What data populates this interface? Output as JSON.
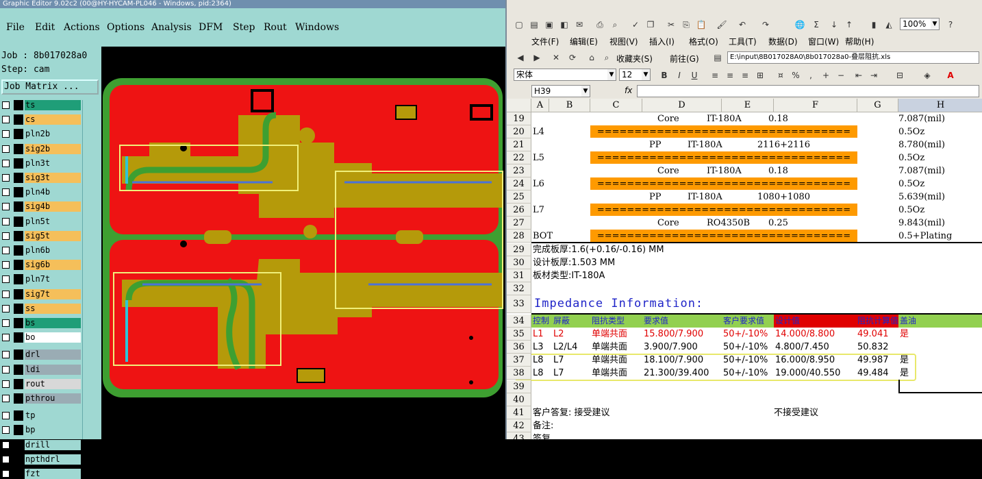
{
  "ge": {
    "title": "Graphic Editor 9.02c2 (00@HY-HYCAM-PL046 - Windows, pid:2364)",
    "menu": [
      "File",
      "Edit",
      "Actions",
      "Options",
      "Analysis",
      "DFM",
      "Step",
      "Rout",
      "Windows"
    ],
    "job_line": "Job : 8b017028a0",
    "step_line": "Step: cam",
    "job_matrix": "Job Matrix ...",
    "layers": [
      {
        "name": "ts",
        "color": "#1f9e78"
      },
      {
        "name": "cs",
        "color": "#f5bf5a"
      },
      {
        "name": "pln2b",
        "color": "#9fd8d2"
      },
      {
        "name": "sig2b",
        "color": "#f5bf5a"
      },
      {
        "name": "pln3t",
        "color": "#9fd8d2"
      },
      {
        "name": "sig3t",
        "color": "#f5bf5a"
      },
      {
        "name": "pln4b",
        "color": "#9fd8d2"
      },
      {
        "name": "sig4b",
        "color": "#f5bf5a"
      },
      {
        "name": "pln5t",
        "color": "#9fd8d2"
      },
      {
        "name": "sig5t",
        "color": "#f5bf5a"
      },
      {
        "name": "pln6b",
        "color": "#9fd8d2"
      },
      {
        "name": "sig6b",
        "color": "#f5bf5a"
      },
      {
        "name": "pln7t",
        "color": "#9fd8d2"
      },
      {
        "name": "sig7t",
        "color": "#f5bf5a"
      },
      {
        "name": "ss",
        "color": "#f5bf5a"
      },
      {
        "name": "bs",
        "color": "#1f9e78"
      },
      {
        "name": "bo",
        "color": "#ffffff"
      },
      {
        "name": "drl",
        "color": "#9aacb4"
      },
      {
        "name": "ldi",
        "color": "#9aacb4"
      },
      {
        "name": "rout",
        "color": "#d8d8d8"
      },
      {
        "name": "pthrou",
        "color": "#9aacb4"
      },
      {
        "name": "tp",
        "color": "#9fd8d2"
      },
      {
        "name": "bp",
        "color": "#9fd8d2"
      },
      {
        "name": "drill",
        "color": "#9fd8d2"
      },
      {
        "name": "npthdrl",
        "color": "#9fd8d2"
      },
      {
        "name": "fzt",
        "color": "#9fd8d2"
      }
    ]
  },
  "xl": {
    "menu": [
      "文件(F)",
      "编辑(E)",
      "视图(V)",
      "插入(I)",
      "格式(O)",
      "工具(T)",
      "数据(D)",
      "窗口(W)",
      "帮助(H)"
    ],
    "zoom": "100%",
    "favorites": "收藏夹(S)",
    "goto": "前往(G)",
    "address": "E:\\input\\8B017028A0\\8b017028a0-叠层阻抗.xls",
    "font_name": "宋体",
    "font_size": "12",
    "name_box": "H39",
    "fx": "fx",
    "columns": [
      "A",
      "B",
      "C",
      "D",
      "E",
      "F",
      "G",
      "H"
    ],
    "rows": [
      {
        "n": "19",
        "a": "",
        "d": "Core",
        "e": "IT-180A",
        "f": "0.18",
        "h": "7.087(mil)"
      },
      {
        "n": "20",
        "a": "L4",
        "bar": "==================================",
        "h": "0.5Oz"
      },
      {
        "n": "21",
        "a": "",
        "d": "PP",
        "e": "IT-180A",
        "f": "2116+2116",
        "h": "8.780(mil)"
      },
      {
        "n": "22",
        "a": "L5",
        "bar": "==================================",
        "h": "0.5Oz"
      },
      {
        "n": "23",
        "a": "",
        "d": "Core",
        "e": "IT-180A",
        "f": "0.18",
        "h": "7.087(mil)"
      },
      {
        "n": "24",
        "a": "L6",
        "bar": "==================================",
        "h": "0.5Oz"
      },
      {
        "n": "25",
        "a": "",
        "d": "PP",
        "e": "IT-180A",
        "f": "1080+1080",
        "h": "5.639(mil)"
      },
      {
        "n": "26",
        "a": "L7",
        "bar": "==================================",
        "h": "0.5Oz"
      },
      {
        "n": "27",
        "a": "",
        "d": "Core",
        "e": "RO4350B",
        "f": "0.25",
        "h": "9.843(mil)"
      },
      {
        "n": "28",
        "a": "BOT",
        "bar": "==================================",
        "h": "0.5+Plating"
      }
    ],
    "info_rows": [
      {
        "n": "29",
        "text": "完成板厚:1.6(+0.16/-0.16) MM"
      },
      {
        "n": "30",
        "text": "设计板厚:1.503 MM"
      },
      {
        "n": "31",
        "text": "板材类型:IT-180A"
      },
      {
        "n": "32",
        "text": ""
      }
    ],
    "impedance_title": "Impedance  Information:",
    "impedance_header": [
      "控制",
      "屏蔽",
      "阻抗类型",
      "要求值",
      "客户要求值",
      "设计值",
      "阻抗计算值",
      "盖油"
    ],
    "impedance_rows": [
      {
        "n": "35",
        "cells": [
          "L1",
          "L2",
          "单端共面",
          "15.800/7.900",
          "50+/-10%",
          "14.000/8.800",
          "49.041",
          "是"
        ],
        "color": "#e00000"
      },
      {
        "n": "36",
        "cells": [
          "L3",
          "L2/L4",
          "单端共面",
          "3.900/7.900",
          "50+/-10%",
          "4.800/7.450",
          "50.832",
          ""
        ],
        "color": "#000000"
      },
      {
        "n": "37",
        "cells": [
          "L8",
          "L7",
          "单端共面",
          "18.100/7.900",
          "50+/-10%",
          "16.000/8.950",
          "49.987",
          "是"
        ],
        "color": "#000000"
      },
      {
        "n": "38",
        "cells": [
          "L8",
          "L7",
          "单端共面",
          "21.300/39.400",
          "50+/-10%",
          "19.000/40.550",
          "49.484",
          "是"
        ],
        "color": "#000000"
      }
    ],
    "tail_rows": [
      {
        "n": "39",
        "c1": "",
        "c2": ""
      },
      {
        "n": "40",
        "c1": "",
        "c2": ""
      },
      {
        "n": "41",
        "c1": "客户答复:  接受建议",
        "c2": "不接受建议"
      },
      {
        "n": "42",
        "c1": "备注:",
        "c2": ""
      },
      {
        "n": "43",
        "c1": "签复",
        "c2": ""
      }
    ],
    "colors": {
      "orange": "#fe9a00",
      "green": "#92d050",
      "blue_title": "#1f24c8",
      "red": "#e00000"
    }
  }
}
